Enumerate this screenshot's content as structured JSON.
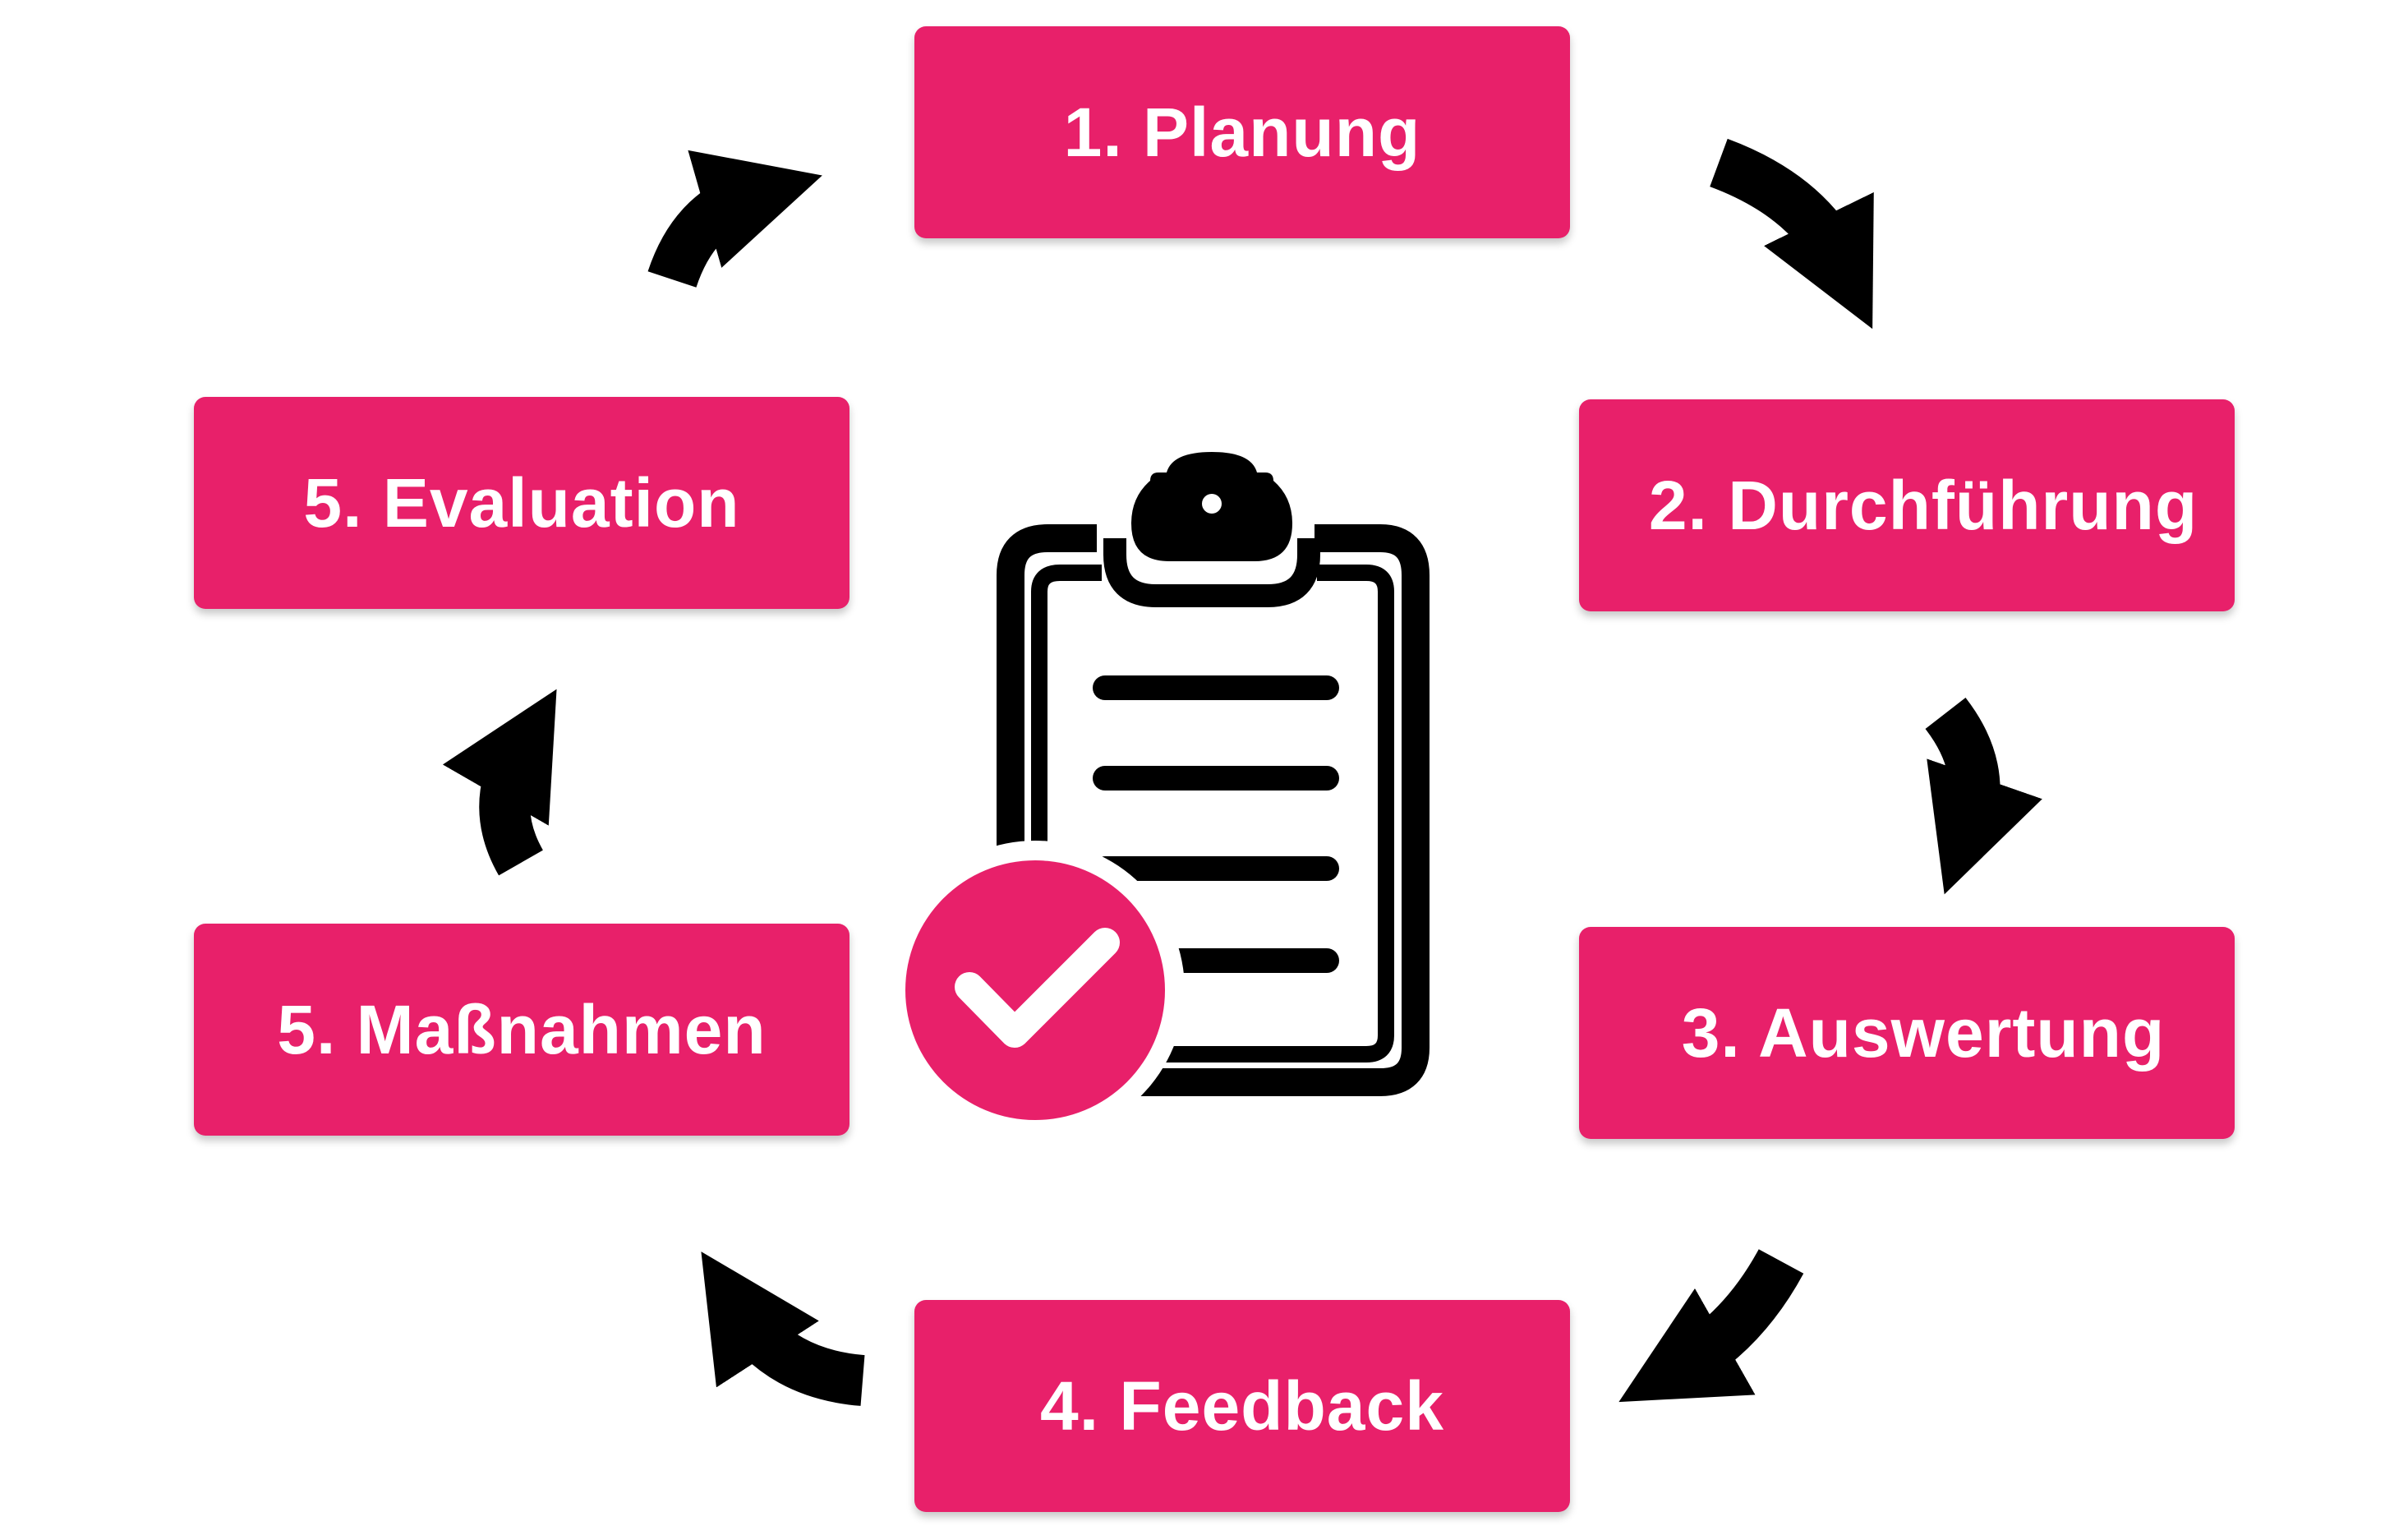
{
  "steps": [
    {
      "label": "1. Planung"
    },
    {
      "label": "2. Durchführung"
    },
    {
      "label": "3. Auswertung"
    },
    {
      "label": "4. Feedback"
    },
    {
      "label": "5. Maßnahmen"
    },
    {
      "label": "5. Evaluation"
    }
  ],
  "icons": {
    "center": "clipboard-check-icon",
    "arrows": "curved-arrow-icon"
  },
  "colors": {
    "accent": "#e8206a",
    "arrow": "#000000",
    "label_text": "#ffffff",
    "background": "#ffffff"
  }
}
